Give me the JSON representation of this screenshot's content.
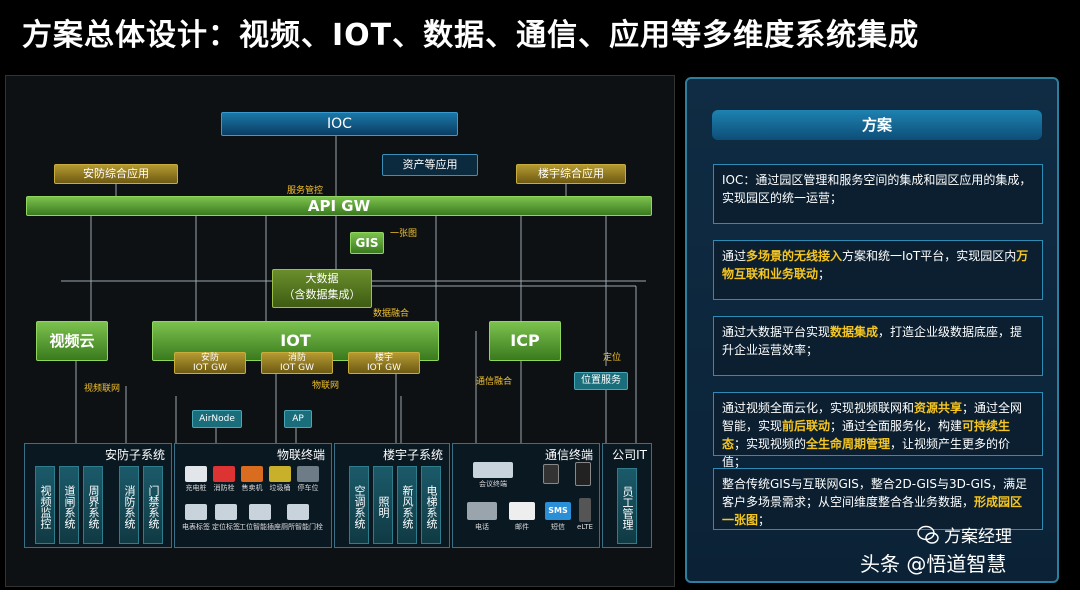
{
  "title": "方案总体设计：视频、IOT、数据、通信、应用等多维度系统集成",
  "diagram": {
    "ioc": "IOC",
    "anfang_app": "安防综合应用",
    "asset_app": "资产等应用",
    "louyu_app": "楼宇综合应用",
    "service_ctrl": "服务管控",
    "api_gw": "API GW",
    "gis": "GIS",
    "one_map": "一张图",
    "bigdata_line1": "大数据",
    "bigdata_line2": "（含数据集成）",
    "data_fusion": "数据融合",
    "video_cloud": "视频云",
    "iot": "IOT",
    "icp": "ICP",
    "locate": "定位",
    "iotgw1_a": "安防",
    "iotgw1_b": "IOT GW",
    "iotgw2_a": "消防",
    "iotgw2_b": "IOT GW",
    "iotgw3_a": "楼宇",
    "iotgw3_b": "IOT GW",
    "video_net": "视频联网",
    "iot_net": "物联网",
    "comm_fusion": "通信融合",
    "locate_service": "位置服务",
    "airnode": "AirNode",
    "ap": "AP",
    "sub_anfang": "安防子系统",
    "sub_iotterm": "物联终端",
    "sub_louyu": "楼宇子系统",
    "sub_comm": "通信终端",
    "sub_it": "公司IT",
    "anfang_cols": [
      "视频监控",
      "道闸系统",
      "周界系统",
      "消防系统",
      "门禁系统"
    ],
    "louyu_cols": [
      "空调系统",
      "照明",
      "新风系统",
      "电梯系统"
    ],
    "it_cols": [
      "员工管理"
    ],
    "iot_tiles": [
      "充电桩",
      "消防栓",
      "售卖机",
      "垃圾桶",
      "停车位",
      "电表标签",
      "定位标签",
      "工位智能插座",
      "厕所智能门栓"
    ],
    "comm_tiles": [
      "会议终端",
      "",
      "",
      "电话",
      "邮件",
      "短信",
      "eLTE"
    ],
    "sms": "SMS"
  },
  "panel": {
    "head": "方案",
    "items": [
      [
        [
          "IOC：通过园区管理和服务空间的集成和园区应用的集成，实现园区的统一运营；",
          false
        ]
      ],
      [
        [
          "通过",
          false
        ],
        [
          "多场景的无线接入",
          true
        ],
        [
          "方案和统一IoT平台，实现园区内",
          false
        ],
        [
          "万物互联和业务联动",
          true
        ],
        [
          "；",
          false
        ]
      ],
      [
        [
          "通过大数据平台实现",
          false
        ],
        [
          "数据集成",
          true
        ],
        [
          "，打造企业级数据底座，提升企业运营效率；",
          false
        ]
      ],
      [
        [
          "通过视频全面云化，实现视频联网和",
          false
        ],
        [
          "资源共享",
          true
        ],
        [
          "；通过全网智能，实现",
          false
        ],
        [
          "前后联动",
          true
        ],
        [
          "；通过全面服务化，构建",
          false
        ],
        [
          "可持续生态",
          true
        ],
        [
          "；实现视频的",
          false
        ],
        [
          "全生命周期管理",
          true
        ],
        [
          "，让视频产生更多的价值；",
          false
        ]
      ],
      [
        [
          "整合传统GIS与互联网GIS，整合2D-GIS与3D-GIS，满足客户多场景需求；从空间维度整合各业务数据，",
          false
        ],
        [
          "形成园区一张图",
          true
        ],
        [
          "；",
          false
        ]
      ]
    ]
  },
  "watermark": {
    "line1": "方案经理",
    "line2": "头条 @悟道智慧"
  },
  "colors": {
    "highlight": "#f5c521",
    "api_green": "#7cc24e",
    "panel_border": "#2e7e9e"
  }
}
